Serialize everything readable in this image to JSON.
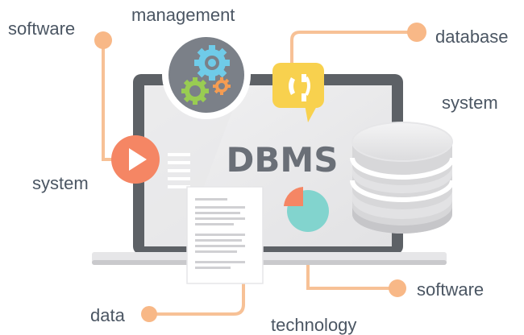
{
  "screen_text": {
    "center_title": "DBMS"
  },
  "labels": {
    "software_top": "software",
    "management": "management",
    "database": "database",
    "system_right": "system",
    "system_left": "system",
    "software_bottom": "software",
    "data": "data",
    "technology": "technology"
  },
  "colors": {
    "connector": "#f7c196",
    "connector_dot": "#f8b887",
    "laptop_frame": "#5d6166",
    "screen": "#ececed",
    "play_button": "#f58664",
    "chat_bubble": "#f8d14e",
    "pie_chart": "#82d4ce",
    "pie_slice": "#f58664",
    "gear_blue": "#6fcbe8",
    "gear_green": "#99cc52",
    "gear_orange": "#f59c52",
    "title_text": "#6a6f77",
    "label_text": "#4b5663"
  },
  "icons": [
    "gears-icon",
    "play-icon",
    "phone-chat-icon",
    "database-cylinder-icon",
    "document-icon",
    "pie-chart-icon"
  ]
}
